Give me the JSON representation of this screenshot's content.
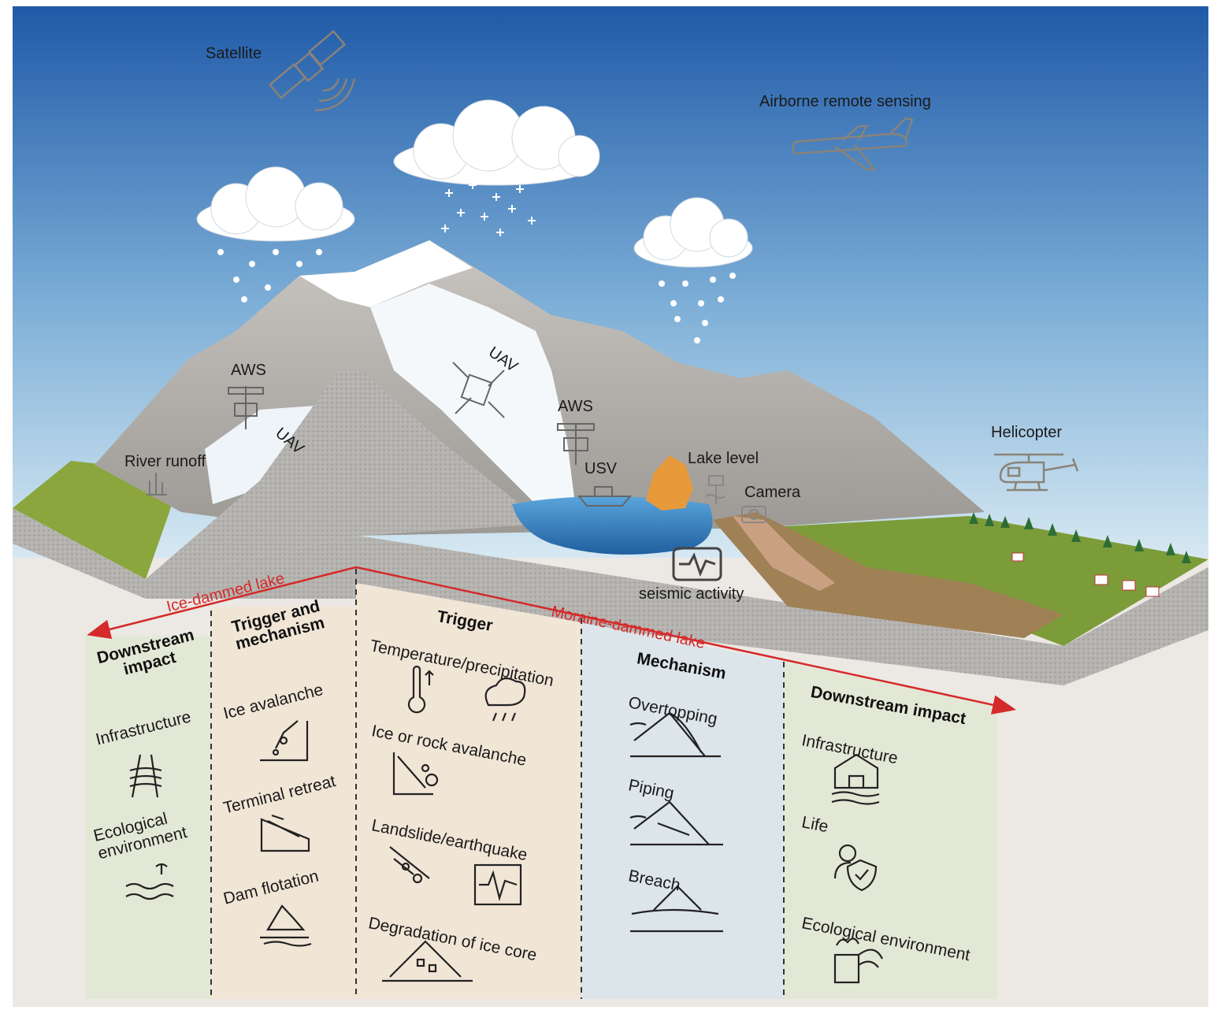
{
  "sky": {
    "satellite": "Satellite",
    "airborne": "Airborne remote sensing",
    "helicopter": "Helicopter"
  },
  "instruments": {
    "aws_left": "AWS",
    "uav_left": "UAV",
    "river_runoff": "River runoff",
    "uav_center": "UAV",
    "aws_center": "AWS",
    "usv": "USV",
    "lake_level": "Lake level",
    "camera": "Camera",
    "seismic": "seismic activity"
  },
  "axis": {
    "ice_dammed": "Ice-dammed lake",
    "moraine_dammed": "Moraine-dammed lake"
  },
  "panels": {
    "ice_downstream": {
      "title": "Downstream impact",
      "items": [
        "Infrastructure",
        "Ecological environment"
      ]
    },
    "ice_trigger_mechanism": {
      "title": "Trigger and mechanism",
      "items": [
        "Ice avalanche",
        "Terminal retreat",
        "Dam flotation"
      ]
    },
    "moraine_trigger": {
      "title": "Trigger",
      "items": [
        "Temperature/precipitation",
        "Ice or rock avalanche",
        "Landslide/earthquake",
        "Degradation of ice core"
      ]
    },
    "moraine_mechanism": {
      "title": "Mechanism",
      "items": [
        "Overtopping",
        "Piping",
        "Breach"
      ]
    },
    "moraine_downstream": {
      "title": "Downstream impact",
      "items": [
        "Infrastructure",
        "Life",
        "Ecological environment"
      ]
    }
  },
  "colors": {
    "sky_top": "#1f5aa8",
    "sky_bottom": "#d6e8f2",
    "panel_green": "#e3e8d6",
    "panel_tan": "#f1e5d6",
    "panel_blue": "#dbe5ea",
    "arrow_red": "#d42a2a",
    "lake_blue": "#2f7fc0"
  }
}
